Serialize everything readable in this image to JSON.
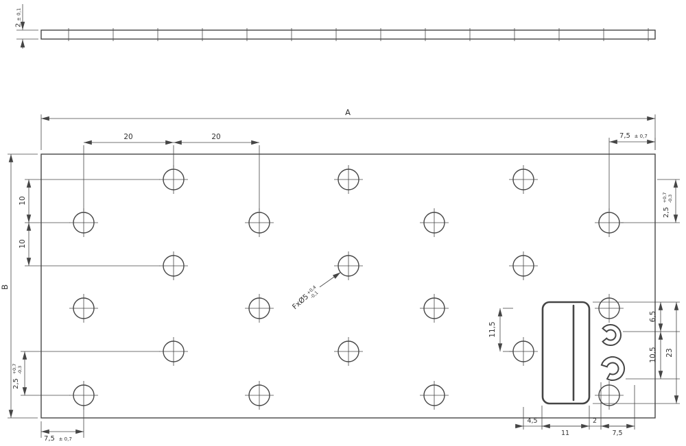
{
  "meta": {
    "drawing_type": "technical drawing",
    "subject": "perforated flat connector plate"
  },
  "colors": {
    "line": "#454545",
    "text": "#303030",
    "background": "#ffffff"
  },
  "side_view": {
    "thickness": {
      "value": "2",
      "tol": "± 0,1"
    }
  },
  "plan_view": {
    "width_label": "A",
    "height_label": "B",
    "pitch_x": [
      "20",
      "20"
    ],
    "pitch_y": [
      "10",
      "10"
    ],
    "edge_top_right": {
      "value": "7,5",
      "tol": "± 0,7"
    },
    "edge_bottom_left": {
      "value": "7,5",
      "tol": "± 0,7"
    },
    "corner_right": {
      "value": "2,5",
      "plus": "+0,7",
      "minus": "-0,3"
    },
    "corner_left": {
      "value": "2,5",
      "plus": "+0,7",
      "minus": "-0,3"
    },
    "hole_callout": {
      "value": "FxØ5",
      "plus": "+0,4",
      "minus": "-0,1"
    },
    "hole_rows": 6,
    "holes_per_odd_row": 3,
    "holes_per_even_row": 4
  },
  "detail_view": {
    "dim_11_5": "11,5",
    "dim_6_5": "6,5",
    "dim_10_5": "10,5",
    "dim_23": "23",
    "dim_4_5": "4,5",
    "dim_11": "11",
    "dim_2": "2",
    "dim_7_5": "7,5"
  }
}
